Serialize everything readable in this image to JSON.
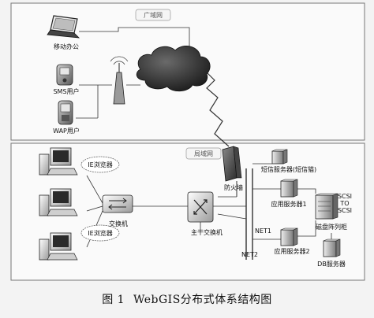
{
  "zones": {
    "wan": "广域网",
    "lan": "局域网"
  },
  "labels": {
    "mobile_office": "移动办公",
    "sms_user": "SMS用户",
    "wap_user": "WAP用户",
    "ie_browser": "IE浏览器",
    "switch": "交换机",
    "core_switch": "主干交换机",
    "firewall": "防火墙",
    "sms_server": "短信服务器(短信猫)",
    "app_server_1": "应用服务器1",
    "app_server_2": "应用服务器2",
    "scsi_top": "SCSI",
    "scsi_to": "TO",
    "scsi_bottom": "SCSI",
    "disk_array": "磁盘阵列柜",
    "db_server": "DB服务器",
    "net1": "NET1",
    "net2": "NET2"
  },
  "caption": {
    "figure_no": "图 1",
    "title": "WebGIS分布式体系结构图"
  },
  "icons": [
    "laptop-icon",
    "mobile-phone-icon",
    "antenna-icon",
    "cloud-icon",
    "desktop-pc-icon",
    "switch-icon",
    "core-switch-icon",
    "firewall-icon",
    "server-icon",
    "disk-array-icon"
  ]
}
